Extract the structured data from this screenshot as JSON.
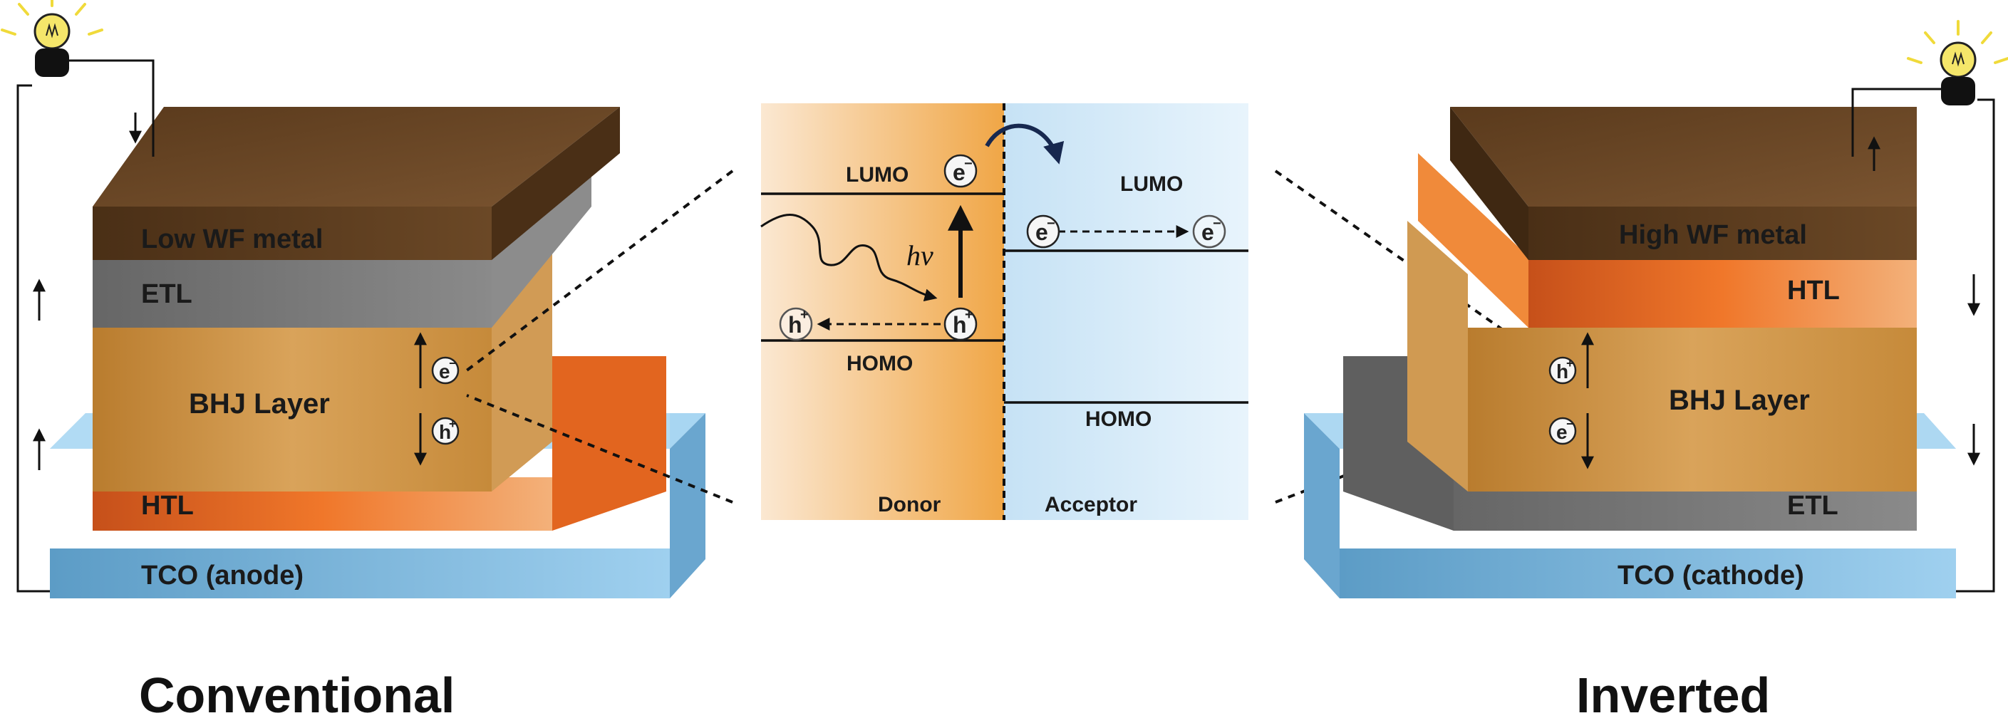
{
  "conventional": {
    "title": "Conventional",
    "layers": {
      "metal": "Low WF metal",
      "etl": "ETL",
      "bhj": "BHJ Layer",
      "htl": "HTL",
      "tco": "TCO (anode)"
    }
  },
  "inverted": {
    "title": "Inverted",
    "layers": {
      "metal": "High WF metal",
      "htl": "HTL",
      "bhj": "BHJ Layer",
      "etl": "ETL",
      "tco": "TCO (cathode)"
    }
  },
  "energy_diagram": {
    "donor_lumo": "LUMO",
    "donor_homo": "HOMO",
    "acceptor_lumo": "LUMO",
    "acceptor_homo": "HOMO",
    "donor": "Donor",
    "acceptor": "Acceptor",
    "photon": "hv"
  },
  "carriers": {
    "electron": "e",
    "hole": "h",
    "electron_sign": "−",
    "hole_sign": "+"
  },
  "colors": {
    "metal": "#5c3d1e",
    "etl": "#7f7f7f",
    "bhj": "#c98f3c",
    "htl": "#e0621a",
    "tco": "#7db8de",
    "donor": "#f1a94e",
    "acceptor": "#cfe6f6",
    "bulb": "#f3e06a"
  }
}
